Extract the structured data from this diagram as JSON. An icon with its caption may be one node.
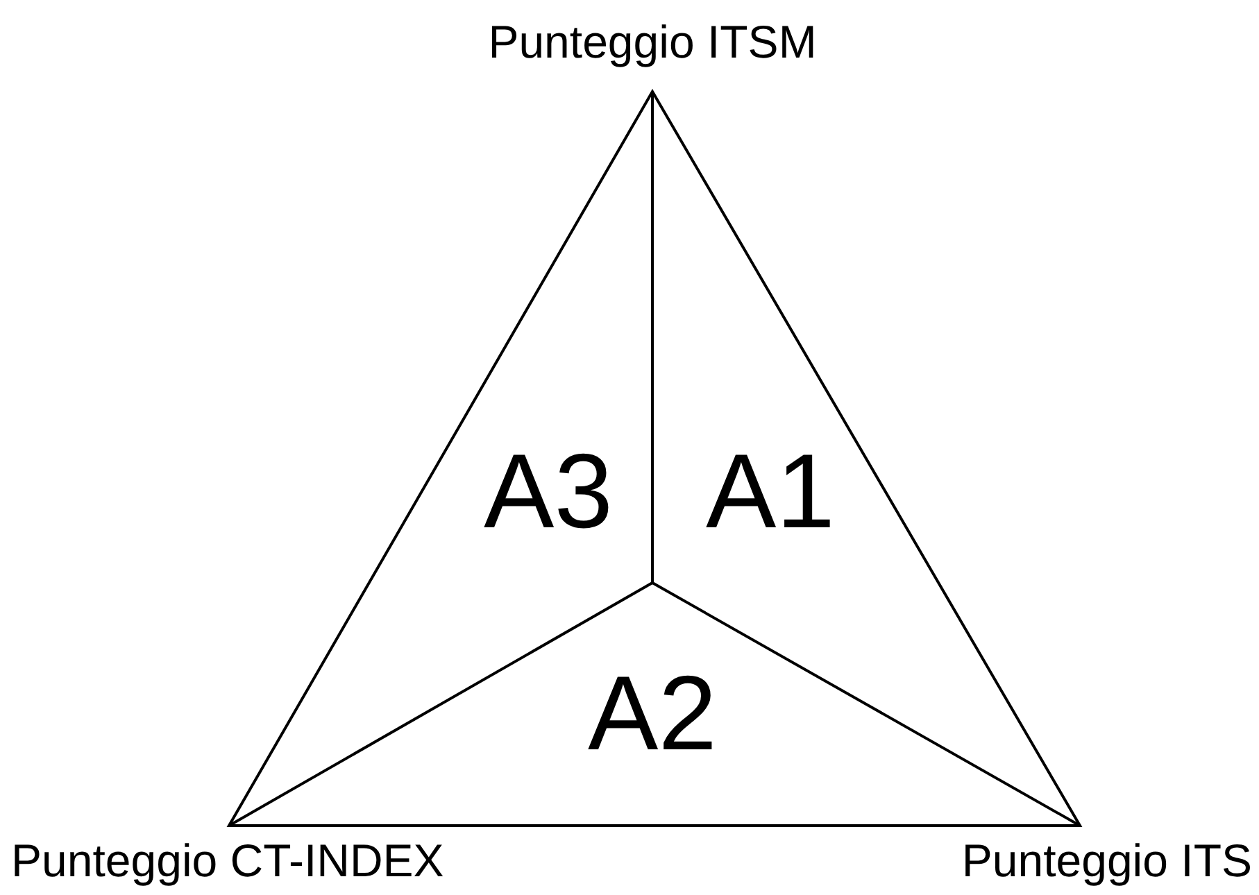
{
  "diagram": {
    "labels": [
      "Punteggio ITSM",
      "A3",
      "A1",
      "A2",
      "Punteggio CT-INDEX",
      "Punteggio ITS"
    ]
  }
}
